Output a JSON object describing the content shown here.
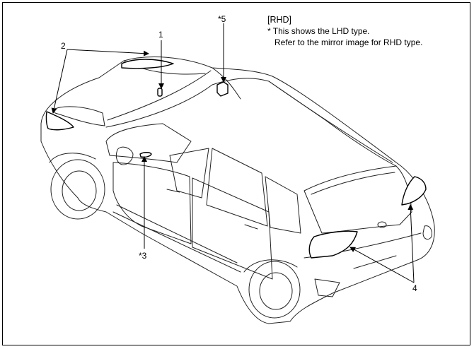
{
  "note": {
    "title": "[RHD]",
    "line1": "* This shows the LHD type.",
    "line2": "Refer to the mirror image for RHD type."
  },
  "callouts": {
    "c1": "1",
    "c2": "2",
    "c3": "*3",
    "c4": "4",
    "c5": "*5"
  }
}
